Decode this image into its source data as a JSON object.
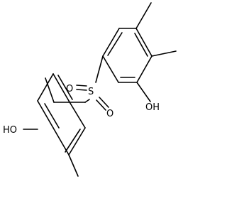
{
  "molecule": {
    "labels": {
      "sulfur": "S",
      "oxygen_top": "O",
      "oxygen_right": "O",
      "hydroxyl_upper_ring": "OH",
      "hydroxyl_lower_ring": "HO"
    }
  }
}
